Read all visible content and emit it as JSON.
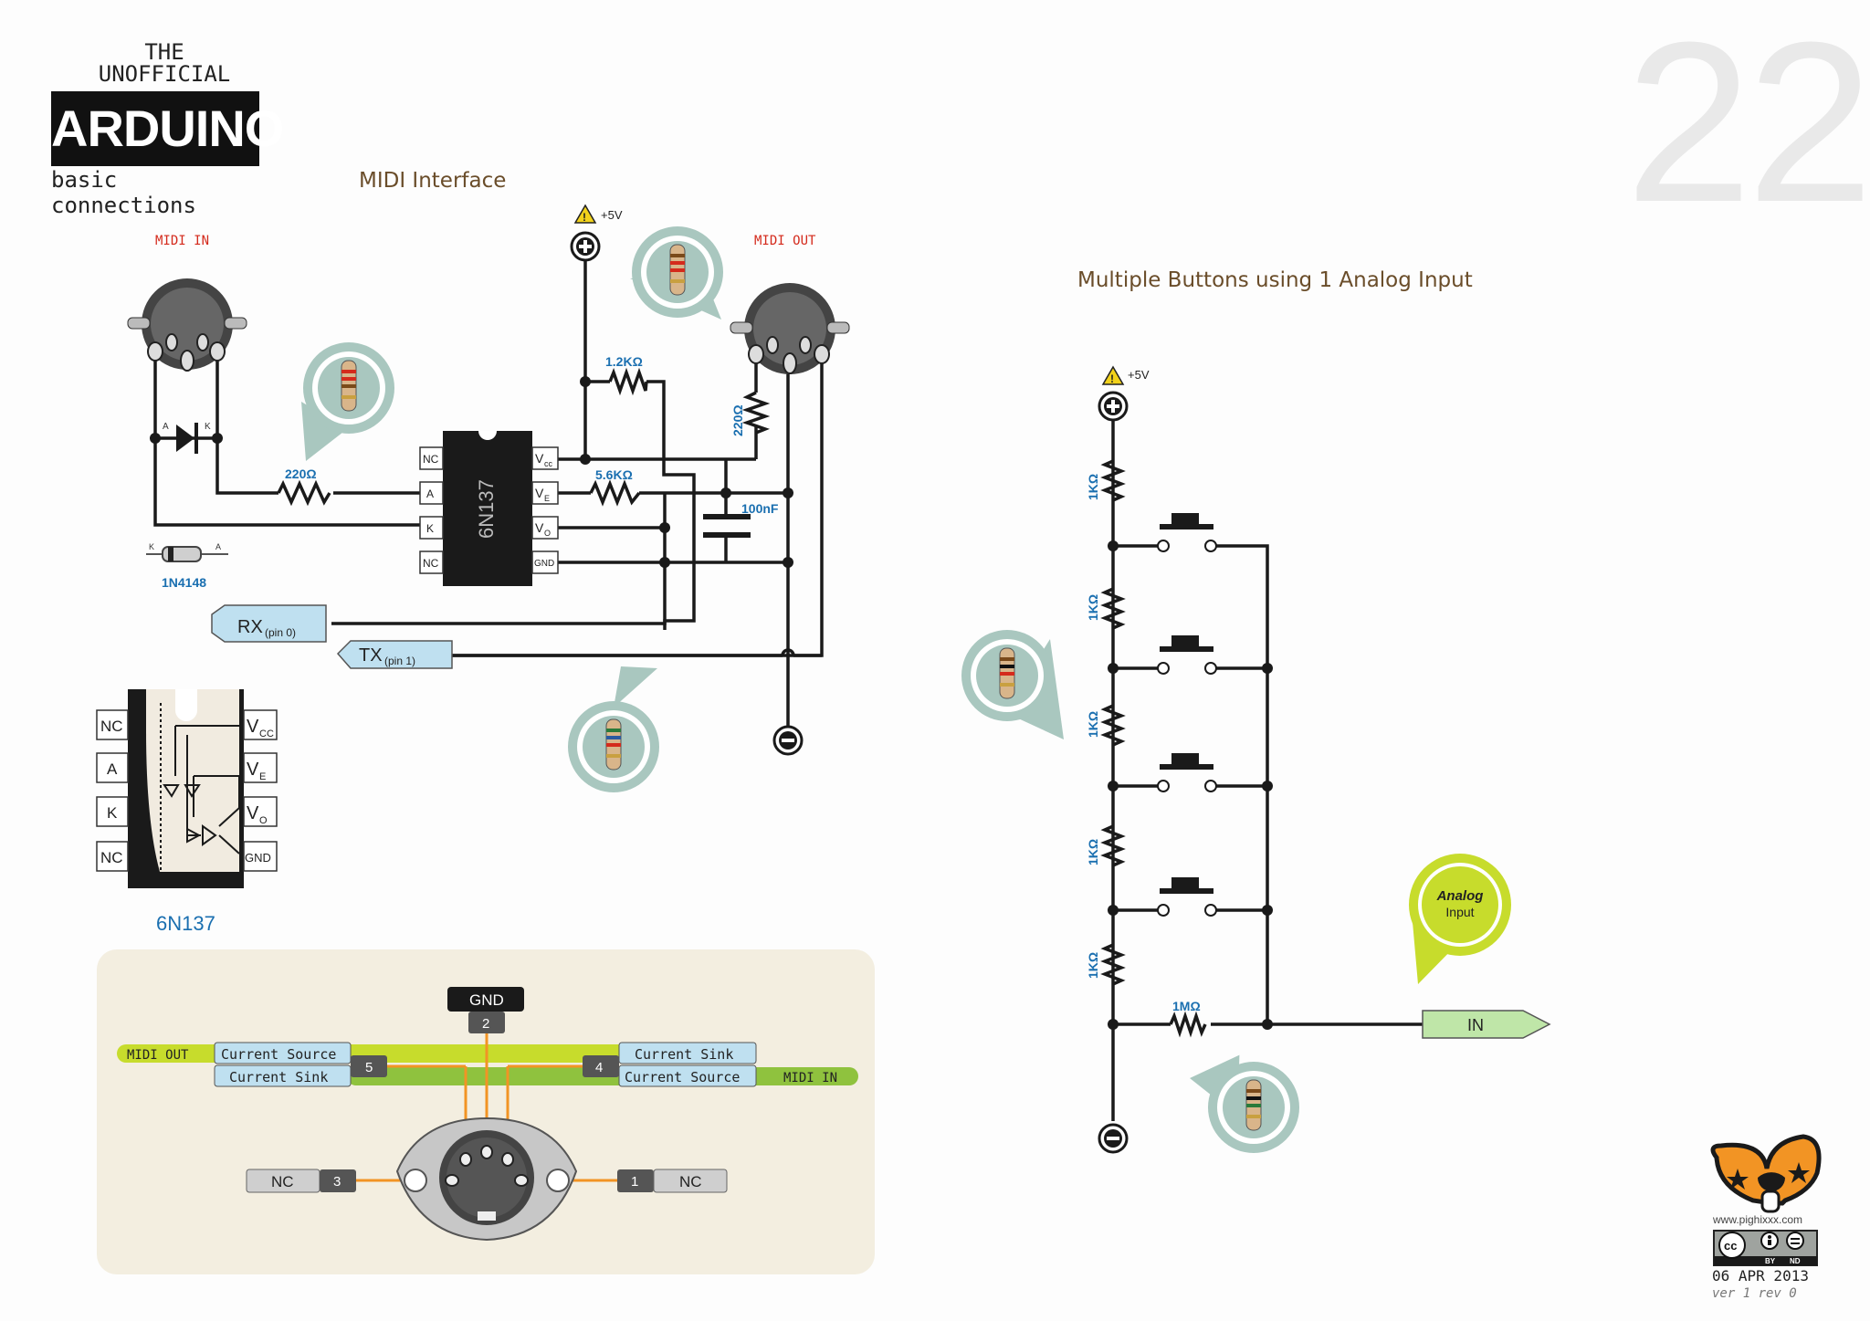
{
  "header": {
    "line1": "THE",
    "line2": "UNOFFICIAL",
    "brand": "ARDUINO",
    "subtitle": "basic connections"
  },
  "page_number": "22",
  "sections": {
    "midi_title": "MIDI Interface",
    "buttons_title": "Multiple Buttons using 1 Analog Input"
  },
  "midi_circuit": {
    "midi_in_label": "MIDI IN",
    "midi_out_label": "MIDI OUT",
    "vcc_label": "+5V",
    "diode_anode": "A",
    "diode_cathode": "K",
    "diode_name": "1N4148",
    "r_in": "220Ω",
    "r_pullup": "1.2KΩ",
    "r_ve": "5.6KΩ",
    "r_out": "220Ω",
    "capacitor": "100nF",
    "chip_name": "6N137",
    "chip_left_pins": [
      "NC",
      "A",
      "K",
      "NC"
    ],
    "chip_right_pins": [
      "V",
      "V",
      "V",
      "GND"
    ],
    "chip_right_subs": [
      "cc",
      "E",
      "O",
      ""
    ],
    "rx_label": "RX",
    "rx_pin": "(pin 0)",
    "tx_label": "TX",
    "tx_pin": "(pin 1)"
  },
  "chip_detail": {
    "left_pins": [
      "NC",
      "A",
      "K",
      "NC"
    ],
    "right_pins": [
      "V",
      "V",
      "V",
      "GND"
    ],
    "right_subs": [
      "CC",
      "E",
      "O",
      ""
    ],
    "caption": "6N137"
  },
  "din_pinout": {
    "gnd_label": "GND",
    "gnd_pin": "2",
    "midi_out": "MIDI OUT",
    "midi_in": "MIDI IN",
    "left_top": "Current Source",
    "left_bottom": "Current Sink",
    "right_top": "Current Sink",
    "right_bottom": "Current Source",
    "pin5": "5",
    "pin4": "4",
    "pin3": "3",
    "pin1": "1",
    "nc_left": "NC",
    "nc_right": "NC"
  },
  "buttons_circuit": {
    "vcc_label": "+5V",
    "resistors": [
      "1KΩ",
      "1KΩ",
      "1KΩ",
      "1KΩ",
      "1KΩ"
    ],
    "pulldown": "1MΩ",
    "analog_bubble_line1": "Analog",
    "analog_bubble_line2": "Input",
    "in_label": "IN"
  },
  "footer": {
    "website": "www.pighixxx.com",
    "license_by": "BY",
    "license_nd": "ND",
    "date": "06 APR 2013",
    "version": "ver 1 rev 0"
  },
  "colors": {
    "wire": "#1a1a1a",
    "blue_label": "#1a6fb0",
    "red_label": "#d42a1c",
    "brown_title": "#6a4d2a",
    "bubble": "#a9c7bf",
    "light_blue": "#bfe0f0",
    "lime": "#c7dc2c",
    "orange": "#f29424",
    "panel": "#f3eee0"
  }
}
